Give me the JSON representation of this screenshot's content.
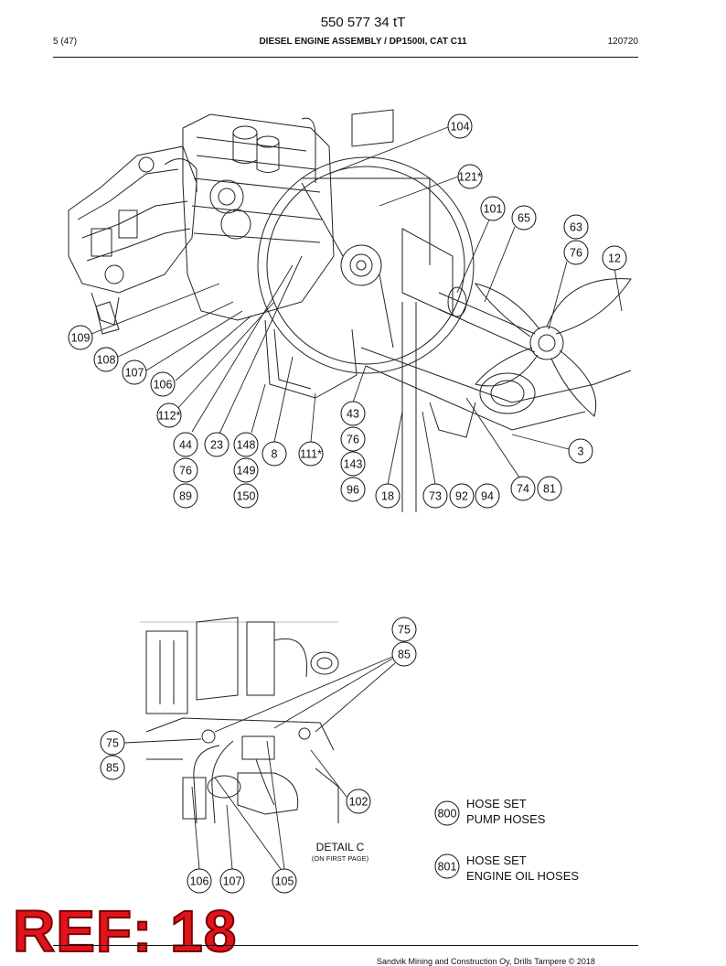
{
  "header": {
    "doc_number": "550 577 34 tT",
    "page": "5 (47)",
    "title": "DIESEL ENGINE ASSEMBLY / DP1500I, CAT C11",
    "date": "120720"
  },
  "callouts_top": [
    "104",
    "121*",
    "101",
    "65",
    "63",
    "76",
    "12",
    "109",
    "108",
    "107",
    "106",
    "112*",
    "44",
    "76",
    "89",
    "23",
    "148",
    "149",
    "150",
    "8",
    "111*",
    "43",
    "76",
    "143",
    "96",
    "18",
    "73",
    "92",
    "94",
    "74",
    "81",
    "3"
  ],
  "callouts_detail": [
    "75",
    "85",
    "75",
    "85",
    "102",
    "106",
    "107",
    "105"
  ],
  "detail": {
    "label": "DETAIL C",
    "sub": "(ON FIRST PAGE)"
  },
  "legend": [
    {
      "num": "800",
      "line1": "HOSE SET",
      "line2": "PUMP HOSES"
    },
    {
      "num": "801",
      "line1": "HOSE SET",
      "line2": "ENGINE OIL HOSES"
    }
  ],
  "stamp": "REF: 18",
  "footer": "Sandvik Mining and Construction Oy, Drills Tampere © 2018"
}
